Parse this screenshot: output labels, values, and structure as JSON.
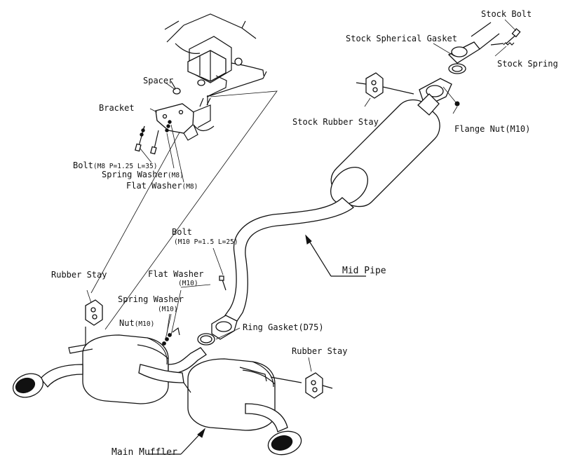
{
  "labels": {
    "stock_bolt": "Stock Bolt",
    "stock_spherical_gasket": "Stock Spherical Gasket",
    "stock_spring": "Stock Spring",
    "stock_rubber_stay": "Stock Rubber Stay",
    "flange_nut": "Flange Nut(M10)",
    "spacer": "Spacer",
    "bracket": "Bracket",
    "bolt_m8": "Bolt",
    "bolt_m8_spec": "(M8 P=1.25 L=35)",
    "spring_washer_m8": "Spring Washer",
    "spring_washer_m8_spec": "(M8)",
    "flat_washer_m8": "Flat Washer",
    "flat_washer_m8_spec": "(M8)",
    "bolt_m10": "Bolt",
    "bolt_m10_spec": "(M10 P=1.5 L=25)",
    "mid_pipe": "Mid Pipe",
    "rubber_stay_left": "Rubber Stay",
    "flat_washer_m10": "Flat Washer",
    "flat_washer_m10_spec": "(M10)",
    "spring_washer_m10": "Spring Washer",
    "spring_washer_m10_spec": "(M10)",
    "nut_m10": "Nut",
    "nut_m10_spec": "(M10)",
    "ring_gasket": "Ring Gasket(D75)",
    "rubber_stay_right": "Rubber Stay",
    "main_muffler": "Main Muffler"
  }
}
